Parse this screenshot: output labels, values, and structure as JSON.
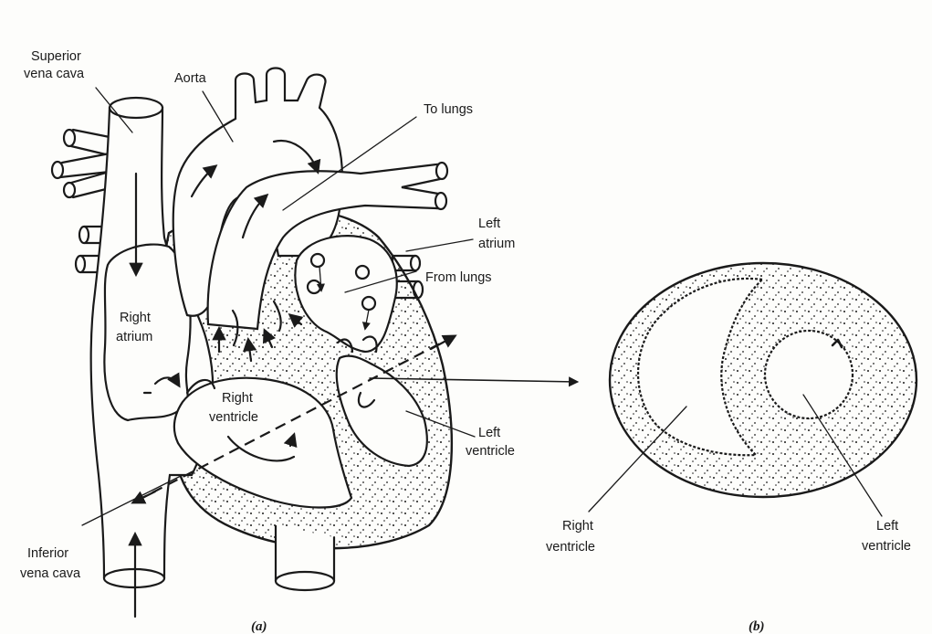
{
  "panel_a": {
    "caption": "(a)",
    "labels": {
      "superior_vena_cava_line1": "Superior",
      "superior_vena_cava_line2": "vena cava",
      "aorta": "Aorta",
      "to_lungs": "To lungs",
      "left_atrium_line1": "Left",
      "left_atrium_line2": "atrium",
      "from_lungs": "From lungs",
      "right_atrium_line1": "Right",
      "right_atrium_line2": "atrium",
      "right_ventricle_line1": "Right",
      "right_ventricle_line2": "ventricle",
      "left_ventricle_line1": "Left",
      "left_ventricle_line2": "ventricle",
      "inferior_vena_cava_line1": "Inferior",
      "inferior_vena_cava_line2": "vena cava"
    }
  },
  "panel_b": {
    "caption": "(b)",
    "labels": {
      "right_ventricle_line1": "Right",
      "right_ventricle_line2": "ventricle",
      "left_ventricle_line1": "Left",
      "left_ventricle_line2": "ventricle"
    }
  },
  "colors": {
    "ink": "#1a1a1a",
    "paper": "#fdfdfb"
  }
}
